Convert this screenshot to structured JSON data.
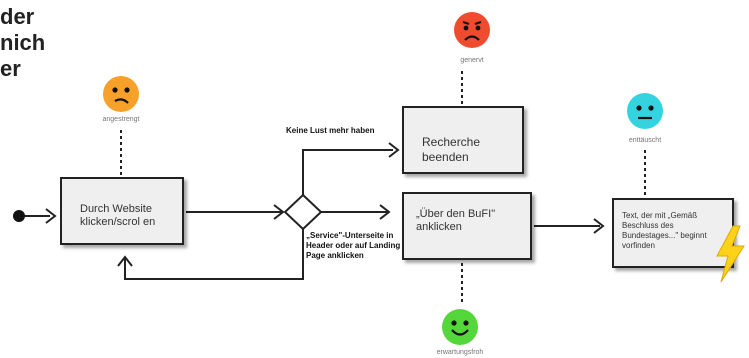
{
  "heading": {
    "lines": [
      "der",
      "nich",
      "er"
    ]
  },
  "start": {
    "name": "start-node"
  },
  "nodes": {
    "browse": "Durch Website klicken/scrol en",
    "end_search": "Recherche beenden",
    "about": "„Über den BuFI\" anklicken",
    "result": "Text, der mit „Gemäß Beschluss des Bundestages...\" beginnt vorfinden"
  },
  "edges": {
    "no_motivation": "Keine Lust mehr haben",
    "service_click": "„Service\"-Unterseite in Header oder auf Landing Page anklicken"
  },
  "emotions": {
    "strained": {
      "label": "angestrengt",
      "mood": "neutral-sad",
      "color": "#f7a12a"
    },
    "annoyed": {
      "label": "genervt",
      "mood": "sad",
      "color": "#ef4b2f"
    },
    "disappointed": {
      "label": "enttäuscht",
      "mood": "neutral",
      "color": "#34d3df"
    },
    "as_expected": {
      "label": "erwartungsfroh",
      "mood": "happy",
      "color": "#55d63b"
    }
  },
  "colors": {
    "line": "#222222",
    "box": "#efefef",
    "bolt": "#ffd21a"
  }
}
